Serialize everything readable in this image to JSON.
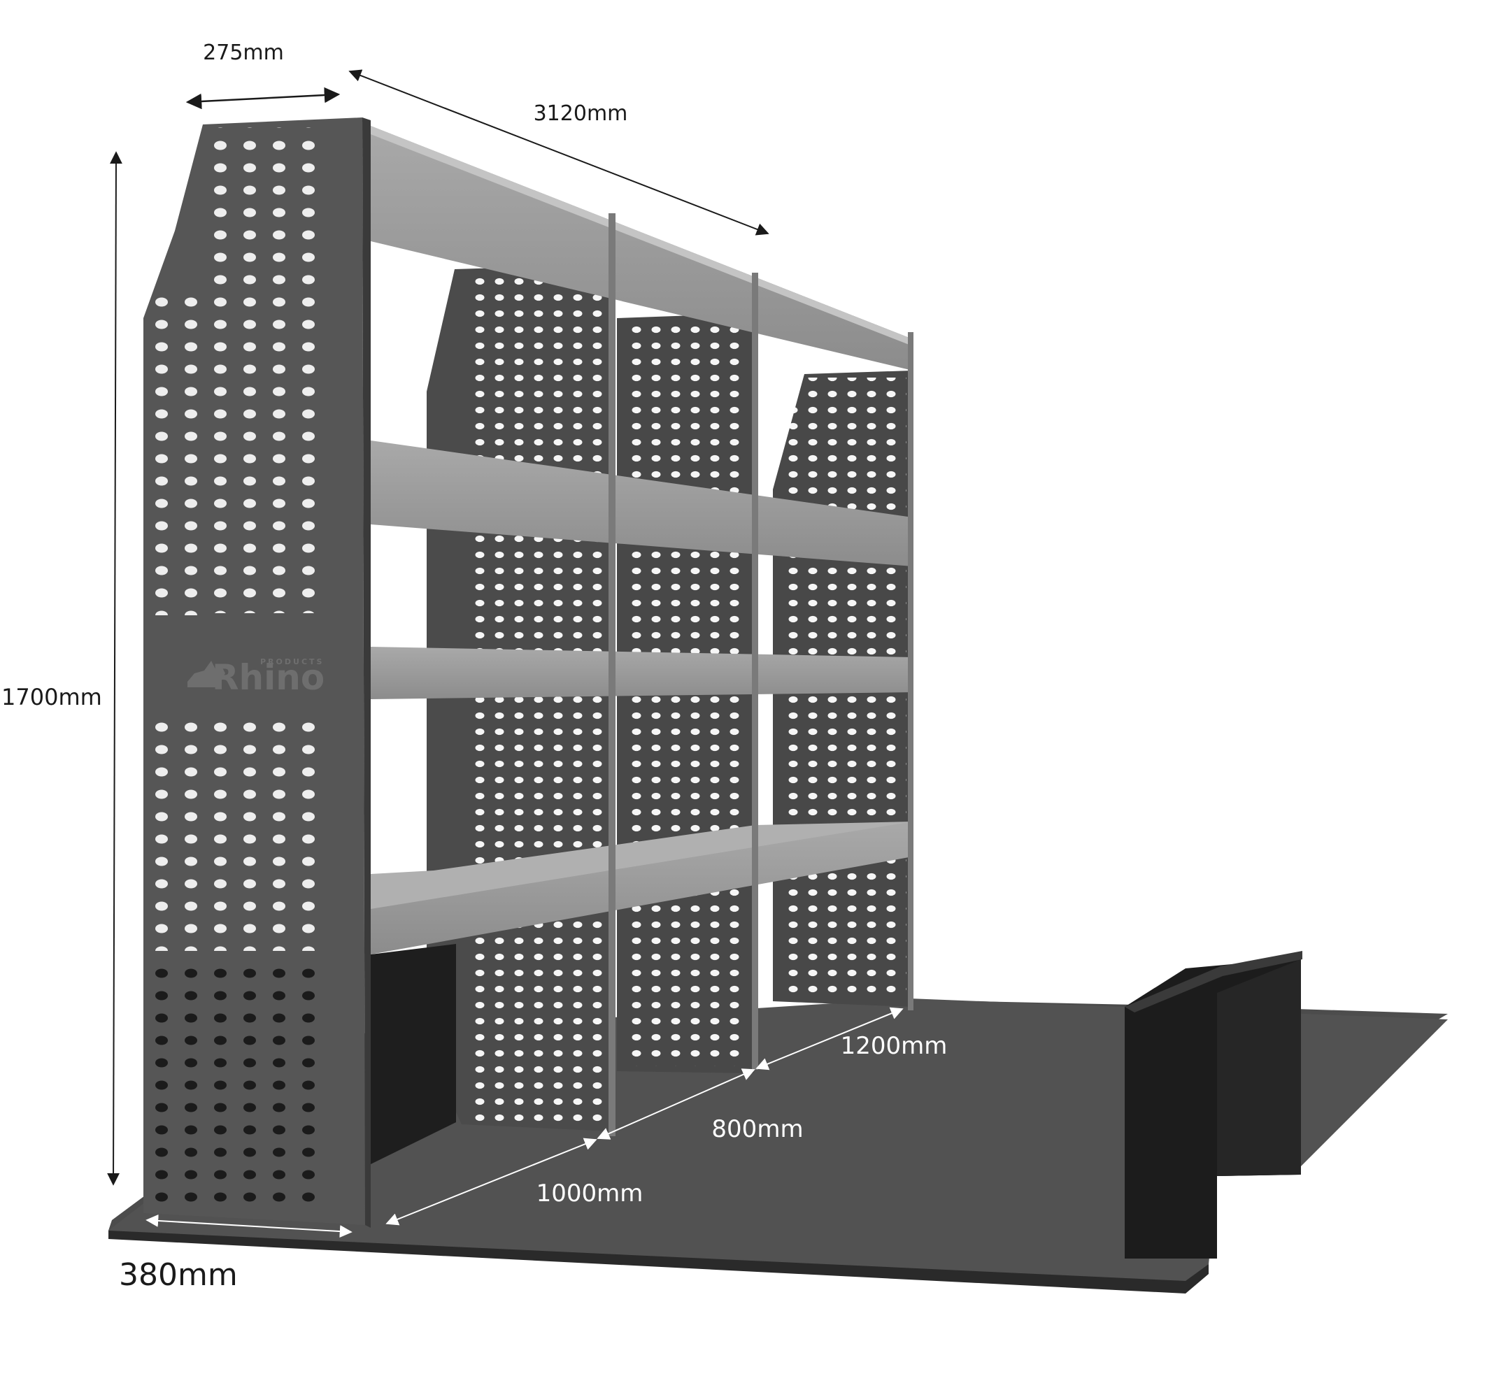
{
  "diagram": {
    "subject": "van-racking-shelving-unit",
    "colors": {
      "end_panel": "#555555",
      "panel_dark": "#4a4a4a",
      "shelf": "#9a9a9a",
      "shelf_light": "#b9b9b9",
      "floor": "#505050",
      "floor_edge": "#2b2b2b",
      "bulkhead": "#1c1c1c",
      "hole": "#ffffff",
      "text": "#1a1a1a"
    },
    "logo": {
      "brand": "Rhino",
      "tagline": "PRODUCTS"
    },
    "dimensions": {
      "depth_top": "275mm",
      "length": "3120mm",
      "height": "1700mm",
      "base_depth": "380mm",
      "bay_1": "1000mm",
      "bay_2": "800mm",
      "bay_3": "1200mm"
    }
  }
}
